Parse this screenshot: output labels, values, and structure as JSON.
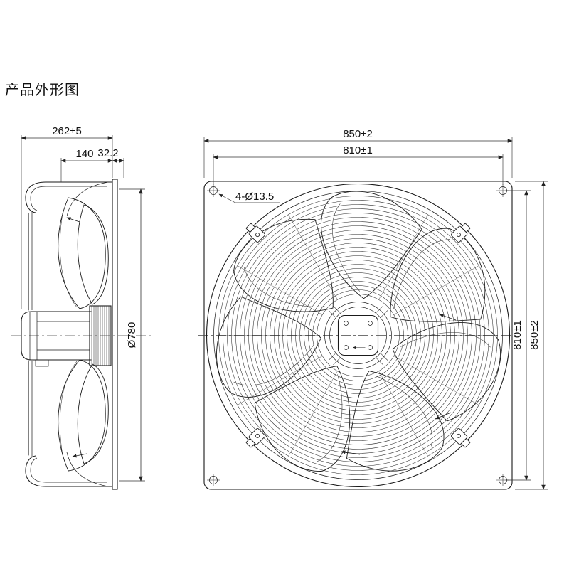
{
  "title": "产品外形图",
  "colors": {
    "line": "#1a1a1a",
    "background": "#ffffff"
  },
  "side_view": {
    "dims": {
      "total_depth": "262±5",
      "casing_depth": "140",
      "plate_offset": "32.2",
      "impeller_diameter": "Ø780"
    }
  },
  "front_view": {
    "dims": {
      "plate_width": "850±2",
      "hole_pitch_horizontal": "810±1",
      "hole_pitch_vertical": "810±1",
      "plate_height": "850±2",
      "mounting_holes": "4-Ø13.5"
    }
  }
}
